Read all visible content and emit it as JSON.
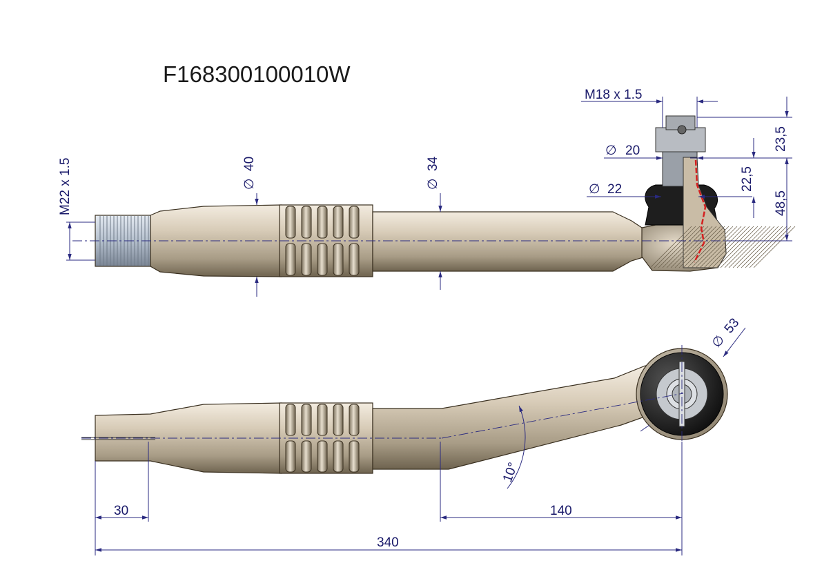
{
  "part_number": "F168300100010W",
  "dimensions": {
    "thread_end": "M22 x 1.5",
    "diam_40": "40",
    "diam_34": "34",
    "stud_thread": "M18 x 1.5",
    "diam_20": "20",
    "diam_22": "22",
    "h_23_5": "23,5",
    "h_22_5": "22,5",
    "h_48_5": "48,5",
    "diam_53": "53",
    "angle": "10°",
    "len_30": "30",
    "len_140": "140",
    "len_340": "340"
  },
  "symbols": {
    "diameter": "∅"
  },
  "colors": {
    "body": "#cfc4b1",
    "body_dark": "#8f846f",
    "dimension": "#2a2a80",
    "thread": "#b9c4d2",
    "rubber": "#1e1e1e",
    "section_red": "#d42020"
  }
}
